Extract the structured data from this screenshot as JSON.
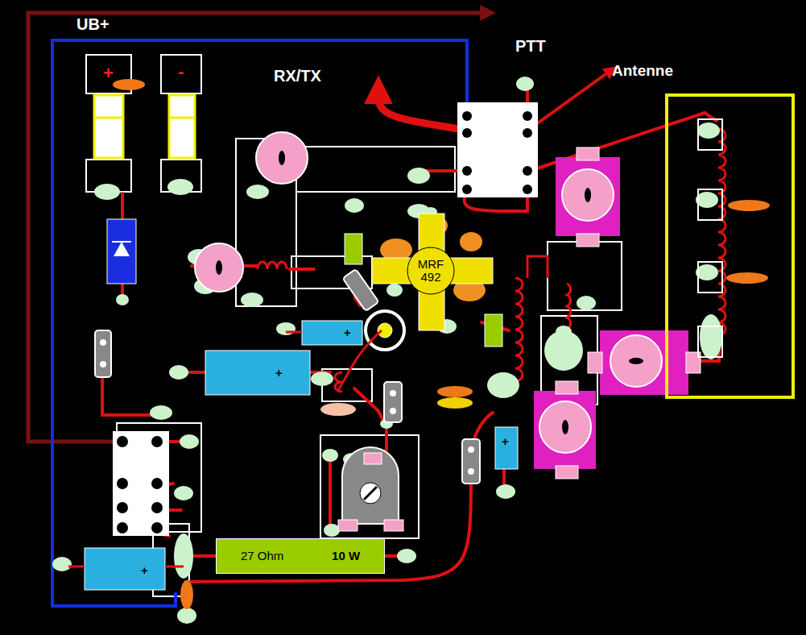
{
  "diagram": {
    "nodes": [
      {
        "text": [
          "MRF 492"
        ]
      },
      {
        "text": [
          "27 Ohm",
          "10 W"
        ]
      }
    ],
    "labels": [
      "UB+",
      "PTT",
      "RX/TX",
      "Antenne",
      "+",
      "-",
      "+",
      "+",
      "+",
      "+"
    ]
  }
}
